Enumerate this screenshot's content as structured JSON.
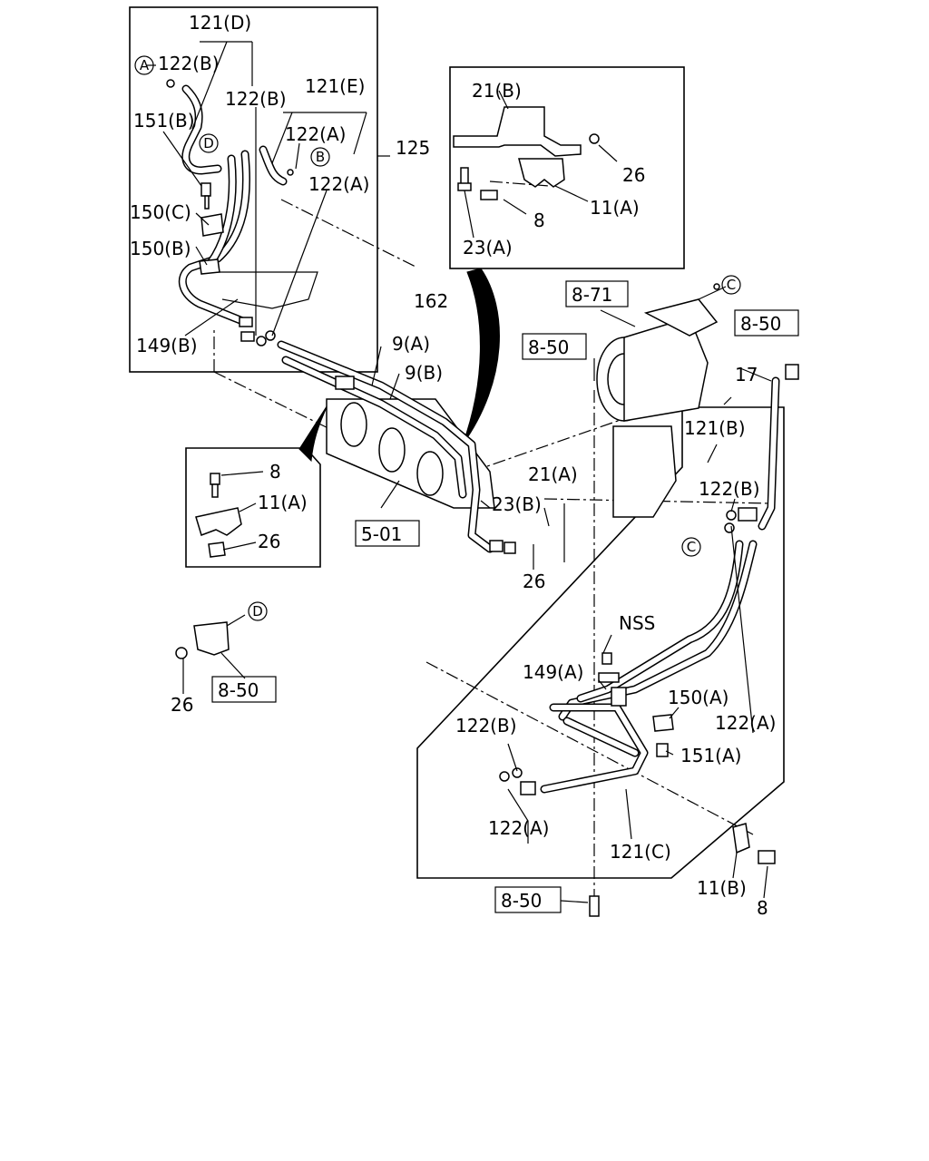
{
  "diagram": {
    "labels": {
      "l_121d": "121(D)",
      "l_122b_a": "122(B)",
      "l_122b_b": "122(B)",
      "l_121e": "121(E)",
      "l_122a_a": "122(A)",
      "l_122a_b": "122(A)",
      "l_151b": "151(B)",
      "l_125": "125",
      "l_150c": "150(C)",
      "l_150b": "150(B)",
      "l_149b": "149(B)",
      "l_162": "162",
      "l_21b": "21(B)",
      "l_26_a": "26",
      "l_11a_a": "11(A)",
      "l_8_a": "8",
      "l_23a": "23(A)",
      "l_9a": "9(A)",
      "l_9b": "9(B)",
      "l_17": "17",
      "l_121b": "121(B)",
      "l_122b_c": "122(B)",
      "l_21a": "21(A)",
      "l_23b": "23(B)",
      "l_26_b": "26",
      "l_8_b": "8",
      "l_11a_b": "11(A)",
      "l_26_c": "26",
      "l_26_d": "26",
      "l_nss": "NSS",
      "l_149a": "149(A)",
      "l_150a": "150(A)",
      "l_122a_c": "122(A)",
      "l_151a": "151(A)",
      "l_122b_d": "122(B)",
      "l_122a_d": "122(A)",
      "l_121c": "121(C)",
      "l_11b": "11(B)",
      "l_8_c": "8"
    },
    "boxed_refs": {
      "r_871": "8-71",
      "r_850_a": "8-50",
      "r_850_b": "8-50",
      "r_501": "5-01",
      "r_850_c": "8-50",
      "r_850_d": "8-50"
    },
    "circle_refs": {
      "c_a": "A",
      "c_b": "B",
      "c_d_inset": "D",
      "c_c_top": "C",
      "c_c_mid": "C",
      "c_d": "D"
    }
  }
}
